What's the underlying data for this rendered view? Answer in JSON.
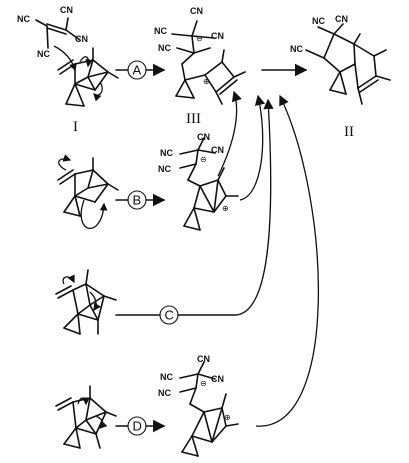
{
  "diagram": {
    "compounds": [
      {
        "id": "I",
        "label": "I"
      },
      {
        "id": "III",
        "label": "III"
      },
      {
        "id": "II",
        "label": "II"
      }
    ],
    "reagent": {
      "groups": [
        "NC",
        "CN",
        "NC",
        "CN"
      ]
    },
    "pathways": [
      {
        "id": "A",
        "label": "A"
      },
      {
        "id": "B",
        "label": "B"
      },
      {
        "id": "C",
        "label": "C"
      },
      {
        "id": "D",
        "label": "D"
      }
    ],
    "intermediates": {
      "III": {
        "groups": [
          "CN",
          "NC",
          "NC",
          "CN"
        ],
        "anion": "⊖",
        "cation": "⊕"
      },
      "B": {
        "groups": [
          "CN",
          "NC",
          "CN",
          "NC"
        ],
        "anion": "⊖",
        "cation": "⊕"
      },
      "D": {
        "groups": [
          "CN",
          "NC",
          "CN",
          "NC"
        ],
        "anion": "⊖",
        "cation": "⊕"
      }
    },
    "product_II": {
      "groups": [
        "NC",
        "CN",
        "NC"
      ]
    }
  }
}
